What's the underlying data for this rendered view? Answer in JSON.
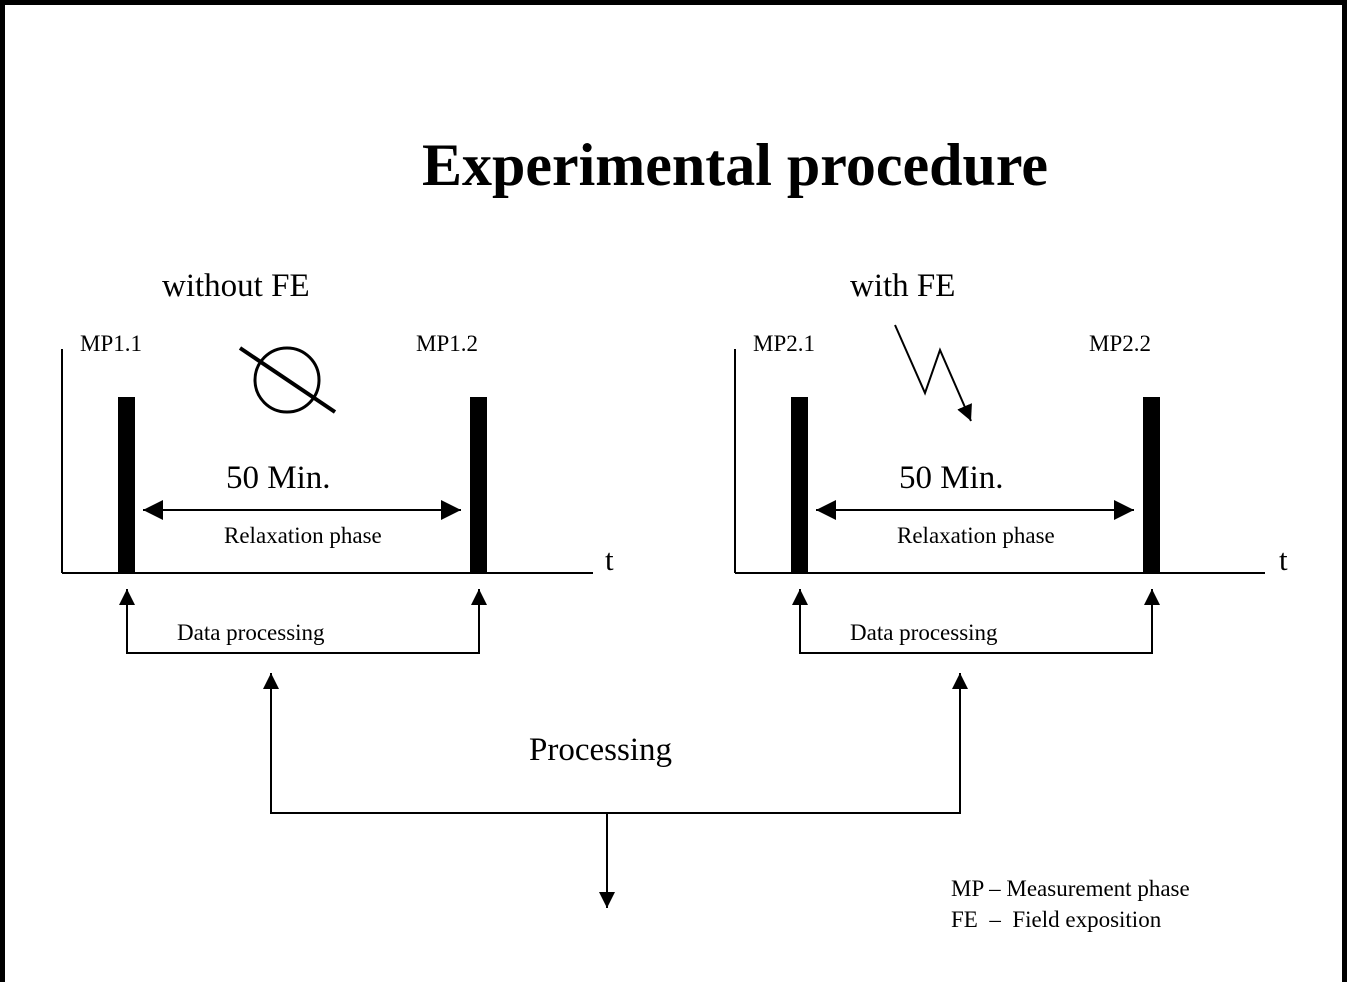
{
  "title": "Experimental procedure",
  "left": {
    "caption": "without FE",
    "mp_start": "MP1.1",
    "mp_end": "MP1.2",
    "duration": "50 Min.",
    "phase": "Relaxation phase",
    "data_processing": "Data processing",
    "axis_label": "t",
    "symbol": "no-field-exposure-icon"
  },
  "right": {
    "caption": "with FE",
    "mp_start": "MP2.1",
    "mp_end": "MP2.2",
    "duration": "50 Min.",
    "phase": "Relaxation phase",
    "data_processing": "Data processing",
    "axis_label": "t",
    "symbol": "field-exposure-lightning-icon"
  },
  "processing": "Processing",
  "legend": {
    "mp": "MP – Measurement phase",
    "fe": "FE  –  Field exposition"
  }
}
